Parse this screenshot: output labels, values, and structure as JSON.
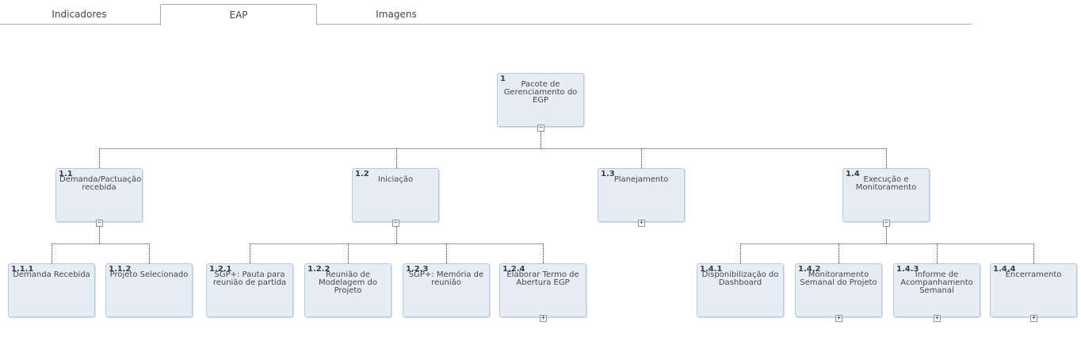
{
  "tabs": [
    {
      "label": "Indicadores"
    },
    {
      "label": "EAP",
      "active": true
    },
    {
      "label": "Imagens"
    }
  ],
  "colors": {
    "node_bg": "#e6edf5",
    "node_border": "#b9c8d9",
    "connector": "#333333"
  },
  "wbs": {
    "root": {
      "code": "1",
      "title": "Pacote de Gerenciamento do EGP",
      "toggle": "−"
    },
    "level1": [
      {
        "code": "1.1",
        "title": "Demanda/Pactuação recebida",
        "toggle": "−"
      },
      {
        "code": "1.2",
        "title": "Iniciação",
        "toggle": "−"
      },
      {
        "code": "1.3",
        "title": "Planejamento",
        "toggle": "+"
      },
      {
        "code": "1.4",
        "title": "Execução e Monitoramento",
        "toggle": "−"
      }
    ],
    "level2": [
      {
        "code": "1.1.1",
        "title": "Demanda Recebida"
      },
      {
        "code": "1.1.2",
        "title": "Projeto Selecionado"
      },
      {
        "code": "1.2.1",
        "title": "SGP+: Pauta para reunião de partida"
      },
      {
        "code": "1.2.2",
        "title": "Reunião de Modelagem do Projeto"
      },
      {
        "code": "1.2.3",
        "title": "SGP+: Memória de reunião"
      },
      {
        "code": "1.2.4",
        "title": "Elaborar Termo de Abertura EGP",
        "toggle": "+"
      },
      {
        "code": "1.4.1",
        "title": "Disponibilização do Dashboard"
      },
      {
        "code": "1.4.2",
        "title": "Monitoramento Semanal do Projeto",
        "toggle": "+"
      },
      {
        "code": "1.4.3",
        "title": "Informe de Acompanhamento Semanal",
        "toggle": "+"
      },
      {
        "code": "1.4.4",
        "title": "Encerramento",
        "toggle": "+"
      }
    ]
  }
}
